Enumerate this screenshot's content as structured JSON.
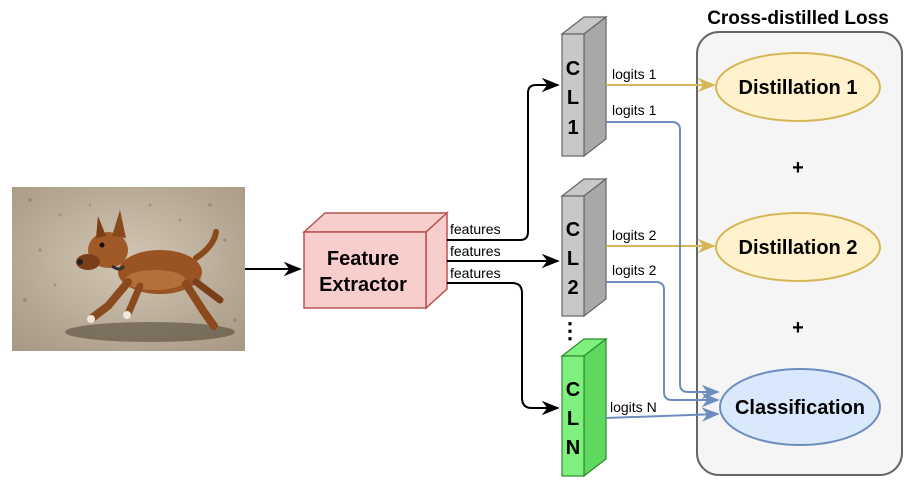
{
  "panel": {
    "title": "Cross-distilled Loss"
  },
  "feature_extractor": {
    "line1": "Feature",
    "line2": "Extractor"
  },
  "features_label": "features",
  "classifiers": [
    {
      "letters": [
        "C",
        "L",
        "1"
      ],
      "color": "#c8c8c8"
    },
    {
      "letters": [
        "C",
        "L",
        "2"
      ],
      "color": "#c8c8c8"
    },
    {
      "letters": [
        "C",
        "L",
        "N"
      ],
      "color": "#7ef07e"
    }
  ],
  "ellipsis": "⋮",
  "logits": {
    "cl1_top": "logits 1",
    "cl1_bottom": "logits 1",
    "cl2_top": "logits 2",
    "cl2_bottom": "logits 2",
    "cln": "logits N"
  },
  "loss_terms": {
    "distill1": "Distillation 1",
    "plus1": "+",
    "distill2": "Distillation 2",
    "plus2": "+",
    "classification": "Classification"
  },
  "colors": {
    "feature_fill": "#f8cecc",
    "feature_stroke": "#b85450",
    "distill_fill": "#fff2cc",
    "distill_stroke": "#d6b656",
    "class_fill": "#dae8fc",
    "class_stroke": "#6c8ebf",
    "panel_fill": "#f5f5f5",
    "panel_stroke": "#666666",
    "yellow_arrow": "#d6b656",
    "blue_arrow": "#6c8ebf"
  },
  "image": {
    "subject": "puppy-photo"
  }
}
